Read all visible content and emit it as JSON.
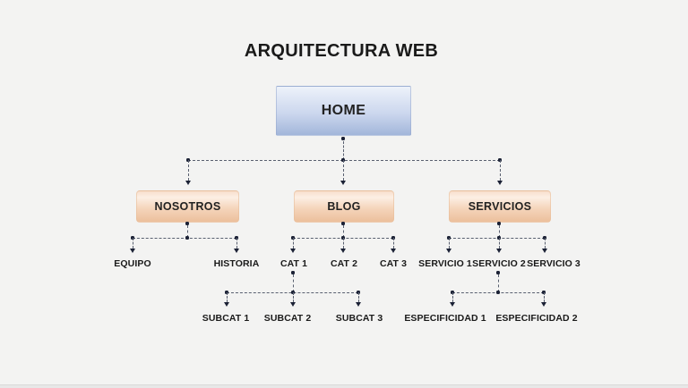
{
  "diagram": {
    "title": "ARQUITECTURA WEB",
    "root": {
      "id": "home",
      "label": "HOME"
    },
    "sections": [
      {
        "id": "nosotros",
        "label": "NOSOTROS",
        "children": [
          {
            "label": "EQUIPO"
          },
          {
            "label": "HISTORIA"
          }
        ]
      },
      {
        "id": "blog",
        "label": "BLOG",
        "children": [
          {
            "label": "CAT 1",
            "children": [
              {
                "label": "SUBCAT 1"
              },
              {
                "label": "SUBCAT 2"
              },
              {
                "label": "SUBCAT 3"
              }
            ]
          },
          {
            "label": "CAT 2"
          },
          {
            "label": "CAT 3"
          }
        ]
      },
      {
        "id": "servicios",
        "label": "SERVICIOS",
        "children": [
          {
            "label": "SERVICIO 1"
          },
          {
            "label": "SERVICIO 2",
            "children": [
              {
                "label": "ESPECIFICIDAD 1"
              },
              {
                "label": "ESPECIFICIDAD 2"
              }
            ]
          },
          {
            "label": "SERVICIO 3"
          }
        ]
      }
    ]
  },
  "palette": {
    "bg": "#f3f3f2",
    "home_top": "#edf2fa",
    "home_bottom": "#a2b6da",
    "section_top": "#fcefe4",
    "section_bottom": "#ecc09c",
    "line": "#596070",
    "dot": "#1b2135",
    "text": "#1a1a1a",
    "edge": "#d9d9d9"
  }
}
